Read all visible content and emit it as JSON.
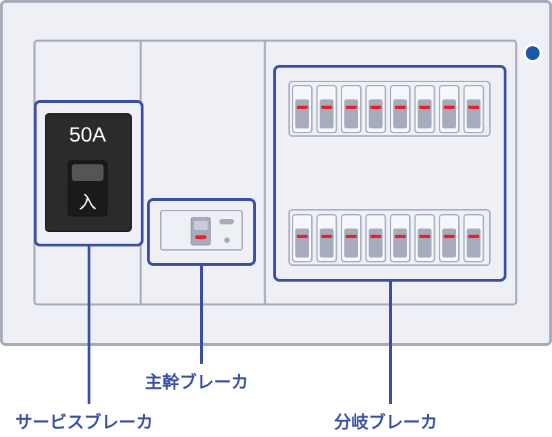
{
  "service_breaker": {
    "label": "サービスブレーカ",
    "rating": "50A",
    "state_label": "入"
  },
  "main_breaker": {
    "label": "主幹ブレーカ"
  },
  "branch_breakers": {
    "label": "分岐ブレーカ",
    "rows": 2,
    "per_row": 8
  },
  "colors": {
    "callout": "#3a4fa4",
    "panel_fill": "#eef0f6",
    "panel_stroke": "#a6acbc",
    "switch_red": "#e8202a",
    "indicator_dot": "#1a58a6"
  }
}
